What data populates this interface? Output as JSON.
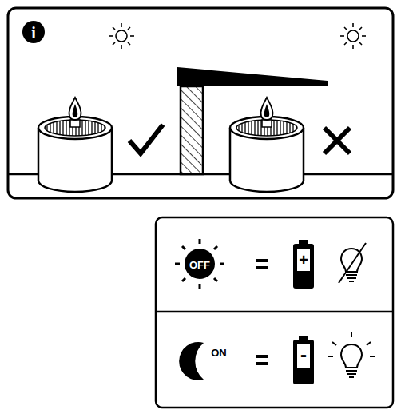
{
  "diagram": {
    "labels": [
      "i",
      "OFF",
      "+",
      "ON",
      "-"
    ]
  }
}
